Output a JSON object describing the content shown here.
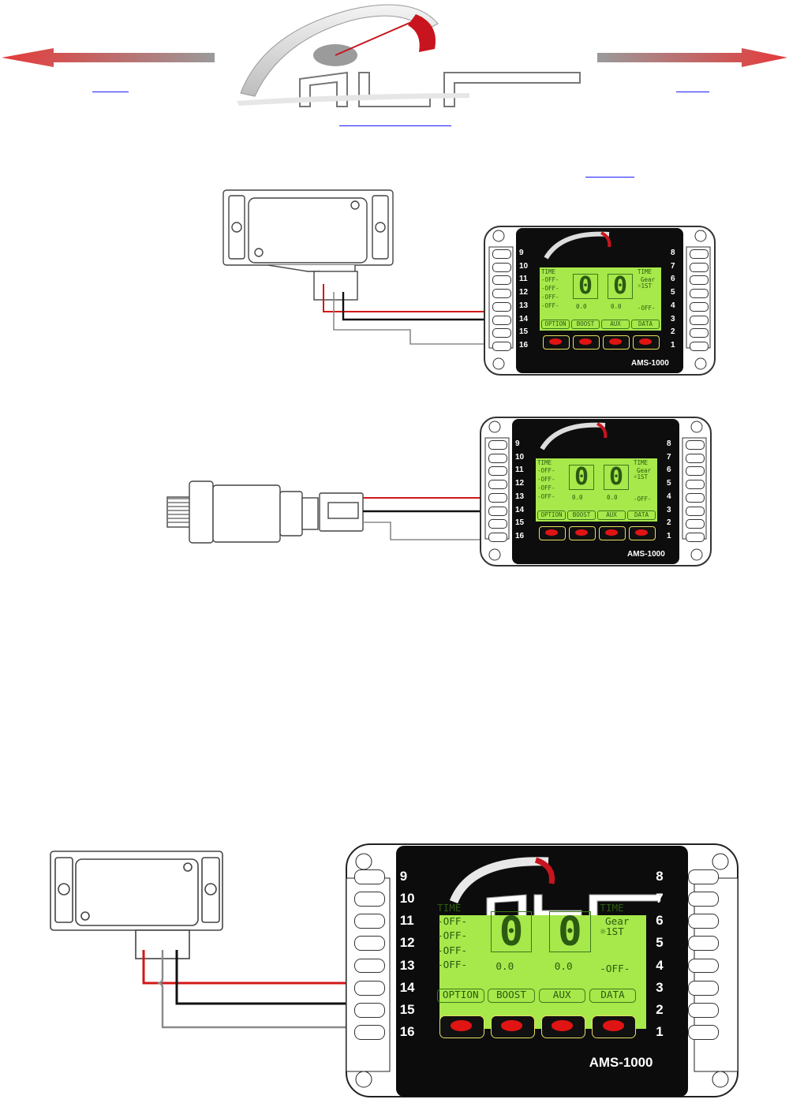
{
  "nav": {
    "prev_label": "",
    "next_label": "",
    "home_label": "",
    "top_label": "",
    "arrow_red": "#e53a3a",
    "arrow_grey": "#9a9a9a",
    "link_color": "#1a1aff"
  },
  "logo": {
    "icon": "speedometer-logo-icon",
    "accent": "#c8141e"
  },
  "gauge": {
    "model": "AMS-1000",
    "left_terminals": [
      "9",
      "10",
      "11",
      "12",
      "13",
      "14",
      "15",
      "16"
    ],
    "right_terminals": [
      "8",
      "7",
      "6",
      "5",
      "4",
      "3",
      "2",
      "1"
    ],
    "lcd": {
      "left_title": "TIME",
      "right_title": "TIME",
      "left_rows": [
        "-OFF-",
        "-OFF-",
        "-OFF-",
        "-OFF-"
      ],
      "digit_left": "0",
      "digit_right": "0",
      "gear_label": "Gear",
      "gear_value": "1ST",
      "value_left": "0.0",
      "value_right": "0.0",
      "right_off": "-OFF-",
      "buttons": [
        "OPTION",
        "BOOST",
        "AUX",
        "DATA"
      ],
      "lcd_color": "#a7e84b",
      "button_led_color": "#e11414"
    }
  },
  "wires": {
    "red": "#d01818",
    "black": "#111111",
    "grey": "#8a8a8a"
  }
}
